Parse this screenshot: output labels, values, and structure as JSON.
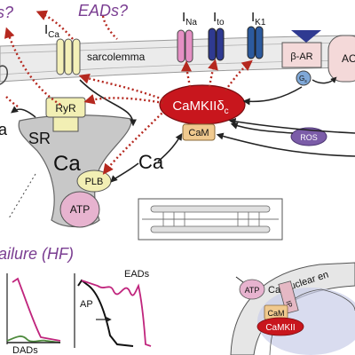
{
  "labels": {
    "eads_top_partial": "s?",
    "eads_top": "EADs?",
    "ica": "I",
    "ica_sub": "Ca",
    "ina": "I",
    "ina_sub": "Na",
    "ito": "I",
    "ito_sub": "to",
    "ik1": "I",
    "ik1_sub": "K1",
    "sarcolemma": "sarcolemma",
    "beta_ar": "β-AR",
    "ac_partial": "AC",
    "gs": "G",
    "gs_sub": "s",
    "ryr": "RyR",
    "left_a_partial": "a",
    "sr": "SR",
    "ca_sr": "Ca",
    "camkii": "CaMKIIδ",
    "camkii_sub": "c",
    "cam": "CaM",
    "ros": "ROS",
    "ca_cyto": "Ca",
    "plb": "PLB",
    "atp": "ATP",
    "heart_failure": "ailure (HF)",
    "eads_trace": "EADs",
    "ap_trace": "AP",
    "dads_trace": "DADs",
    "nuclear_envelope": "nuclear en",
    "atp_small": "ATP",
    "ca_small": "Ca",
    "ip3r_partial": "IP",
    "cam_small": "CaM",
    "camkii_small": "CaMKII"
  },
  "colors": {
    "purple_accent": "#7a3d91",
    "camkii_red": "#c8161d",
    "dotted_red": "#b5281f",
    "trace_magenta": "#c0257d",
    "dads_green": "#4d8a3c",
    "sr_gray": "#c8c8c8",
    "cam_tan": "#f0c98e",
    "ryr_yellow": "#f2efb4",
    "atp_pink": "#e7b3cf",
    "nav_pink": "#e58fc4",
    "ito_navy": "#2f3a91",
    "ik1_blue": "#2c5a9e",
    "ros_purple": "#7b5ca8",
    "membrane_gray": "#e8e8e8"
  }
}
